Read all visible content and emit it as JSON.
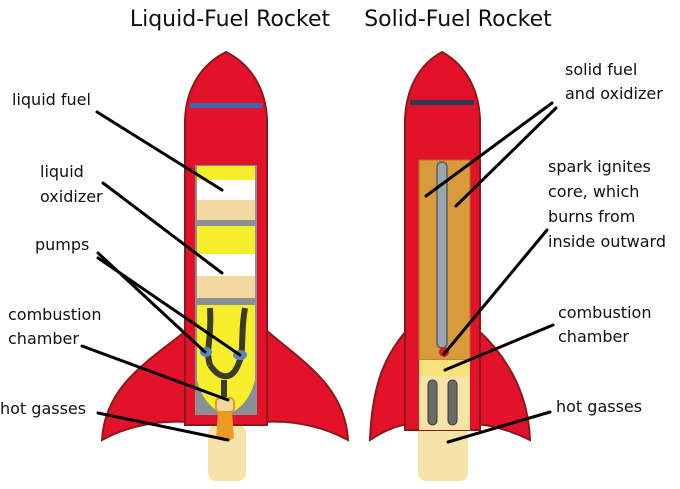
{
  "titles": {
    "liquid": "Liquid-Fuel Rocket",
    "solid": "Solid-Fuel Rocket"
  },
  "liquid_labels": {
    "liquid_fuel": "liquid fuel",
    "liquid_oxidizer": [
      "liquid",
      "oxidizer"
    ],
    "pumps": "pumps",
    "combustion_chamber": [
      "combustion",
      "chamber"
    ],
    "hot_gasses": "hot gasses"
  },
  "solid_labels": {
    "solid_fuel": [
      "solid fuel",
      "and oxidizer"
    ],
    "spark": [
      "spark ignites",
      "core, which",
      "burns from",
      "inside outward"
    ],
    "combustion_chamber": [
      "combustion",
      "chamber"
    ],
    "hot_gasses": "hot gasses"
  },
  "colors": {
    "body": "#e3122a",
    "outline": "#8a1a1a",
    "yellow": "#f5ee2a",
    "beige": "#f3d9a0",
    "orange": "#d99a3a",
    "grey": "#8a8f96",
    "blue": "#3a6db0"
  }
}
